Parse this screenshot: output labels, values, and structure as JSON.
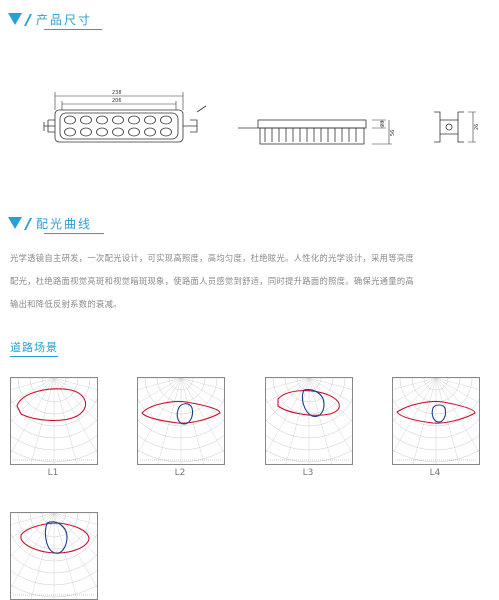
{
  "sections": {
    "size": {
      "title": "产品尺寸"
    },
    "light": {
      "title": "配光曲线"
    },
    "road": {
      "title": "道路场景"
    }
  },
  "description": {
    "lines": [
      "光学透镜自主研发，一次配光设计，可实现高照度，高均匀度，杜绝眩光。人性化的光学设计，采用等亮度",
      "配光，杜绝路面视觉亮斑和视觉暗斑现象，使路面人员感觉到舒适，同时提升路面的照度。确保光通量的高",
      "输出和降低反射系数的衰减。"
    ]
  },
  "drawing_labels": {
    "top_dim_outer": "238",
    "top_dim_inner": "206",
    "side_dim_a": "23",
    "side_dim_b": "56",
    "end_dim": "26"
  },
  "colors": {
    "accent": "#2a9fd6",
    "curve_c0": "#c8102e",
    "curve_c90": "#1f3f8f"
  },
  "photometric_charts": [
    {
      "label": "L1"
    },
    {
      "label": "L2"
    },
    {
      "label": "L3"
    },
    {
      "label": "L4"
    },
    {
      "label": ""
    }
  ]
}
